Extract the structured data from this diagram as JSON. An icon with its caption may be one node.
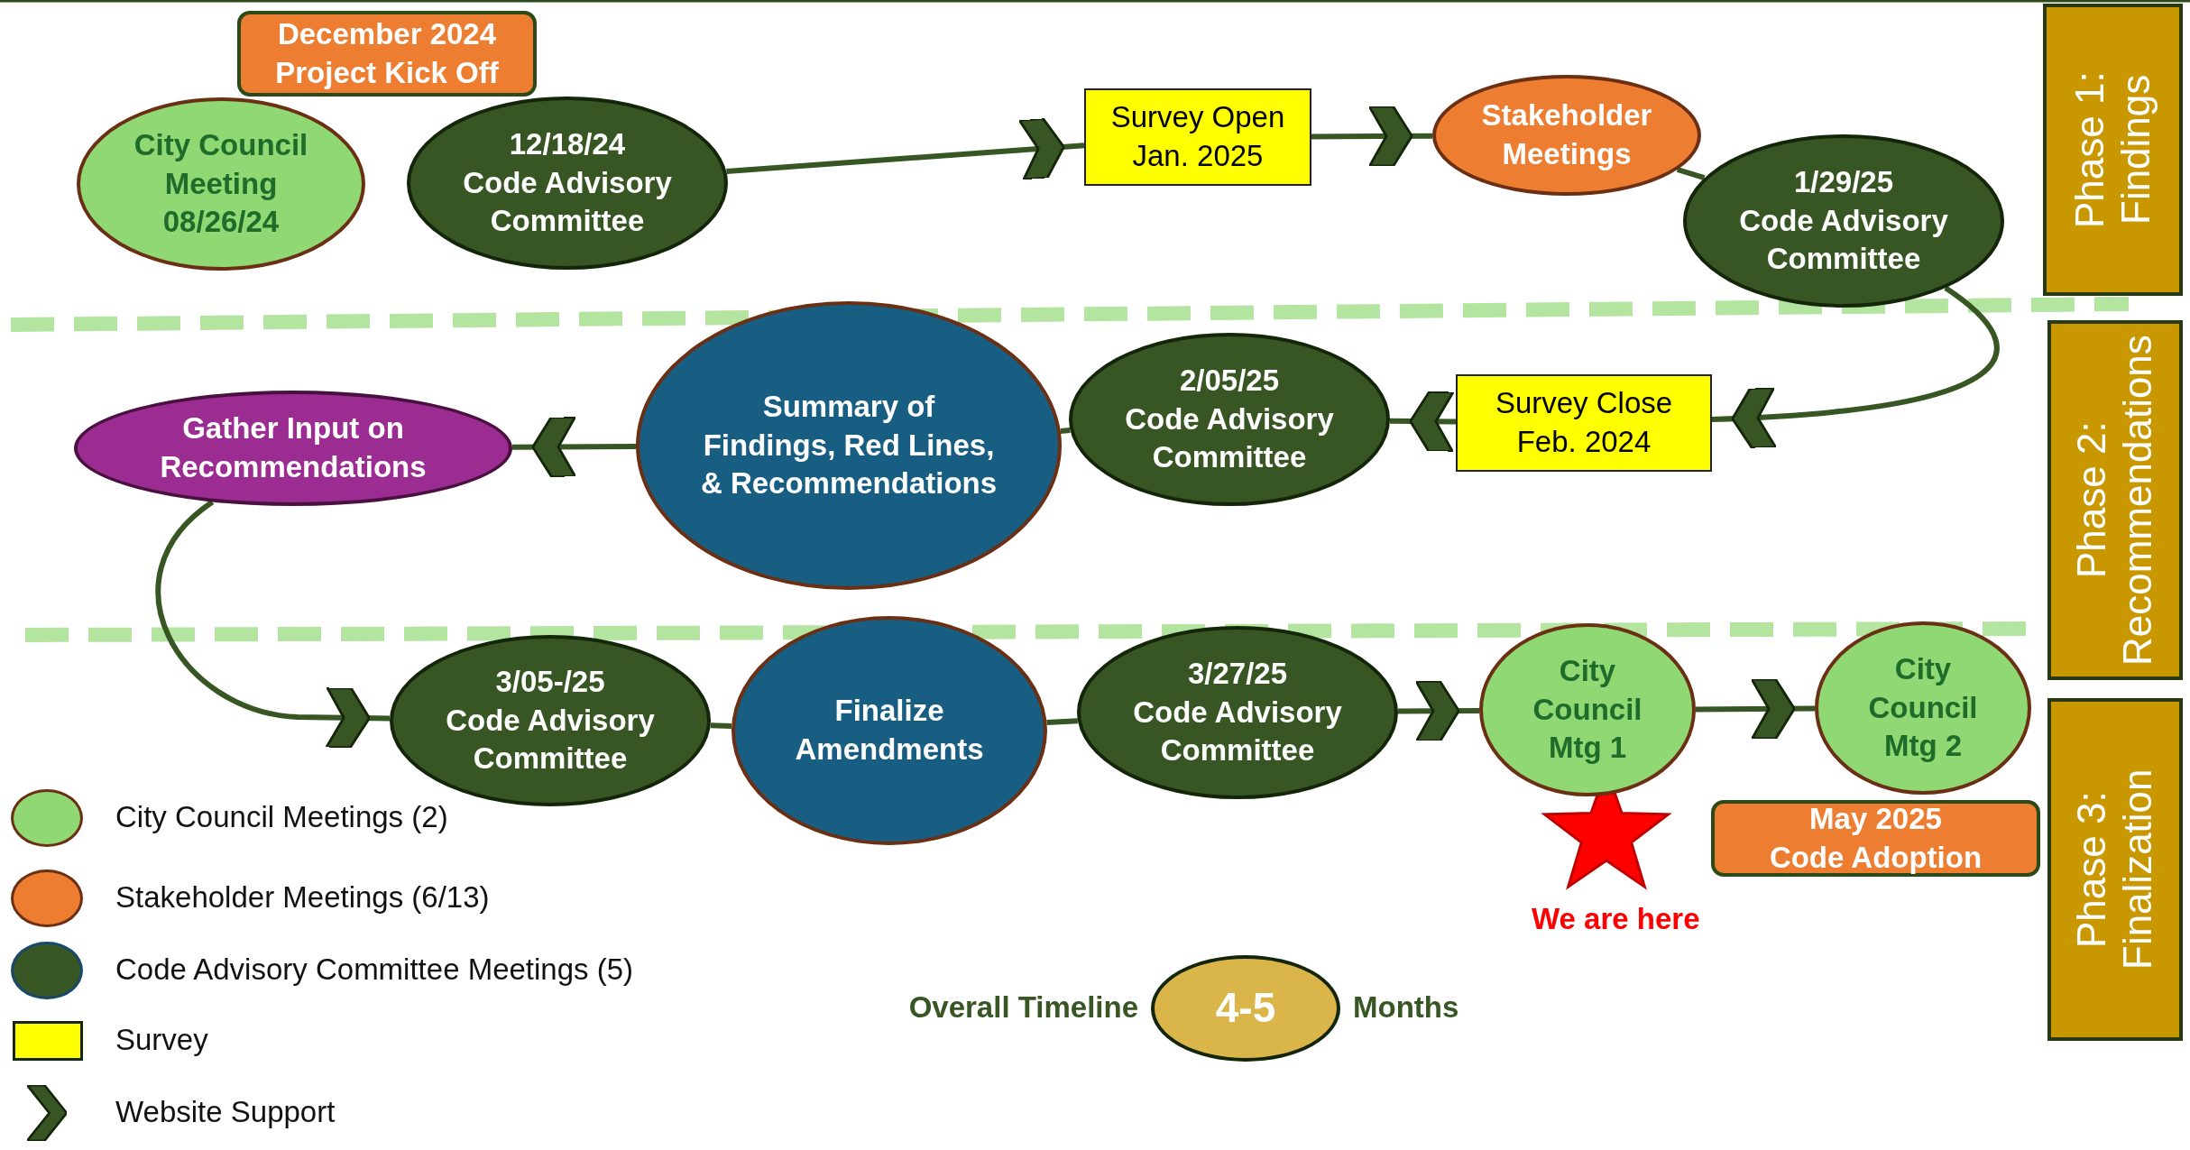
{
  "diagram": {
    "nodes": [
      {
        "text": [
          "December 2024",
          "Project Kick Off"
        ]
      },
      {
        "text": [
          "City Council Meeting",
          "08/26/24"
        ]
      },
      {
        "text": [
          "12/18/24",
          "Code Advisory Committee"
        ]
      },
      {
        "text": [
          "Survey Open Jan. 2025"
        ]
      },
      {
        "text": [
          "Stakeholder Meetings"
        ]
      },
      {
        "text": [
          "1/29/25",
          "Code Advisory Committee"
        ]
      },
      {
        "text": [
          "Survey Close Feb. 2024"
        ]
      },
      {
        "text": [
          "2/05/25",
          "Code Advisory Committee"
        ]
      },
      {
        "text": [
          "Summary of Findings, Red Lines, & Recommendations"
        ]
      },
      {
        "text": [
          "Gather Input on Recommendations"
        ]
      },
      {
        "text": [
          "3/05-/25",
          "Code Advisory Committee"
        ]
      },
      {
        "text": [
          "Finalize Amendments"
        ]
      },
      {
        "text": [
          "3/27/25",
          "Code Advisory Committee"
        ]
      },
      {
        "text": [
          "City Council Mtg 1"
        ]
      },
      {
        "text": [
          "City Council Mtg 2"
        ]
      },
      {
        "text": [
          "May 2025",
          "Code Adoption"
        ]
      },
      {
        "text": [
          "Phase 1: Findings"
        ]
      },
      {
        "text": [
          "Phase 2: Recommendations"
        ]
      },
      {
        "text": [
          "Phase 3: Finalization"
        ]
      },
      {
        "text": [
          "4-5"
        ],
        "beside": [
          "Overall Timeline",
          "Months"
        ]
      }
    ],
    "edges": [
      {
        "from": 2,
        "to": 3,
        "arrow": "to"
      },
      {
        "from": 3,
        "to": 4,
        "arrow": "to"
      },
      {
        "from": 4,
        "to": 5,
        "arrow": "none"
      },
      {
        "from": 5,
        "to": 6,
        "arrow": "to"
      },
      {
        "from": 6,
        "to": 7,
        "arrow": "to"
      },
      {
        "from": 7,
        "to": 8,
        "arrow": "none"
      },
      {
        "from": 8,
        "to": 9,
        "arrow": "to"
      },
      {
        "from": 9,
        "to": 10,
        "arrow": "to"
      },
      {
        "from": 10,
        "to": 11,
        "arrow": "none"
      },
      {
        "from": 11,
        "to": 12,
        "arrow": "none"
      },
      {
        "from": 12,
        "to": 13,
        "arrow": "to"
      },
      {
        "from": 13,
        "to": 14,
        "arrow": "to"
      }
    ],
    "labels": [
      "We are here"
    ],
    "legend": [
      {
        "text": "City Council Meetings (2)",
        "color": "#8fd873"
      },
      {
        "text": "Stakeholder Meetings (6/13)",
        "color": "#ed7d31"
      },
      {
        "text": "Code Advisory Committee Meetings (5)",
        "color": "#375623"
      },
      {
        "text": "Survey",
        "color": "#ffff00"
      },
      {
        "text": "Website Support"
      }
    ]
  }
}
